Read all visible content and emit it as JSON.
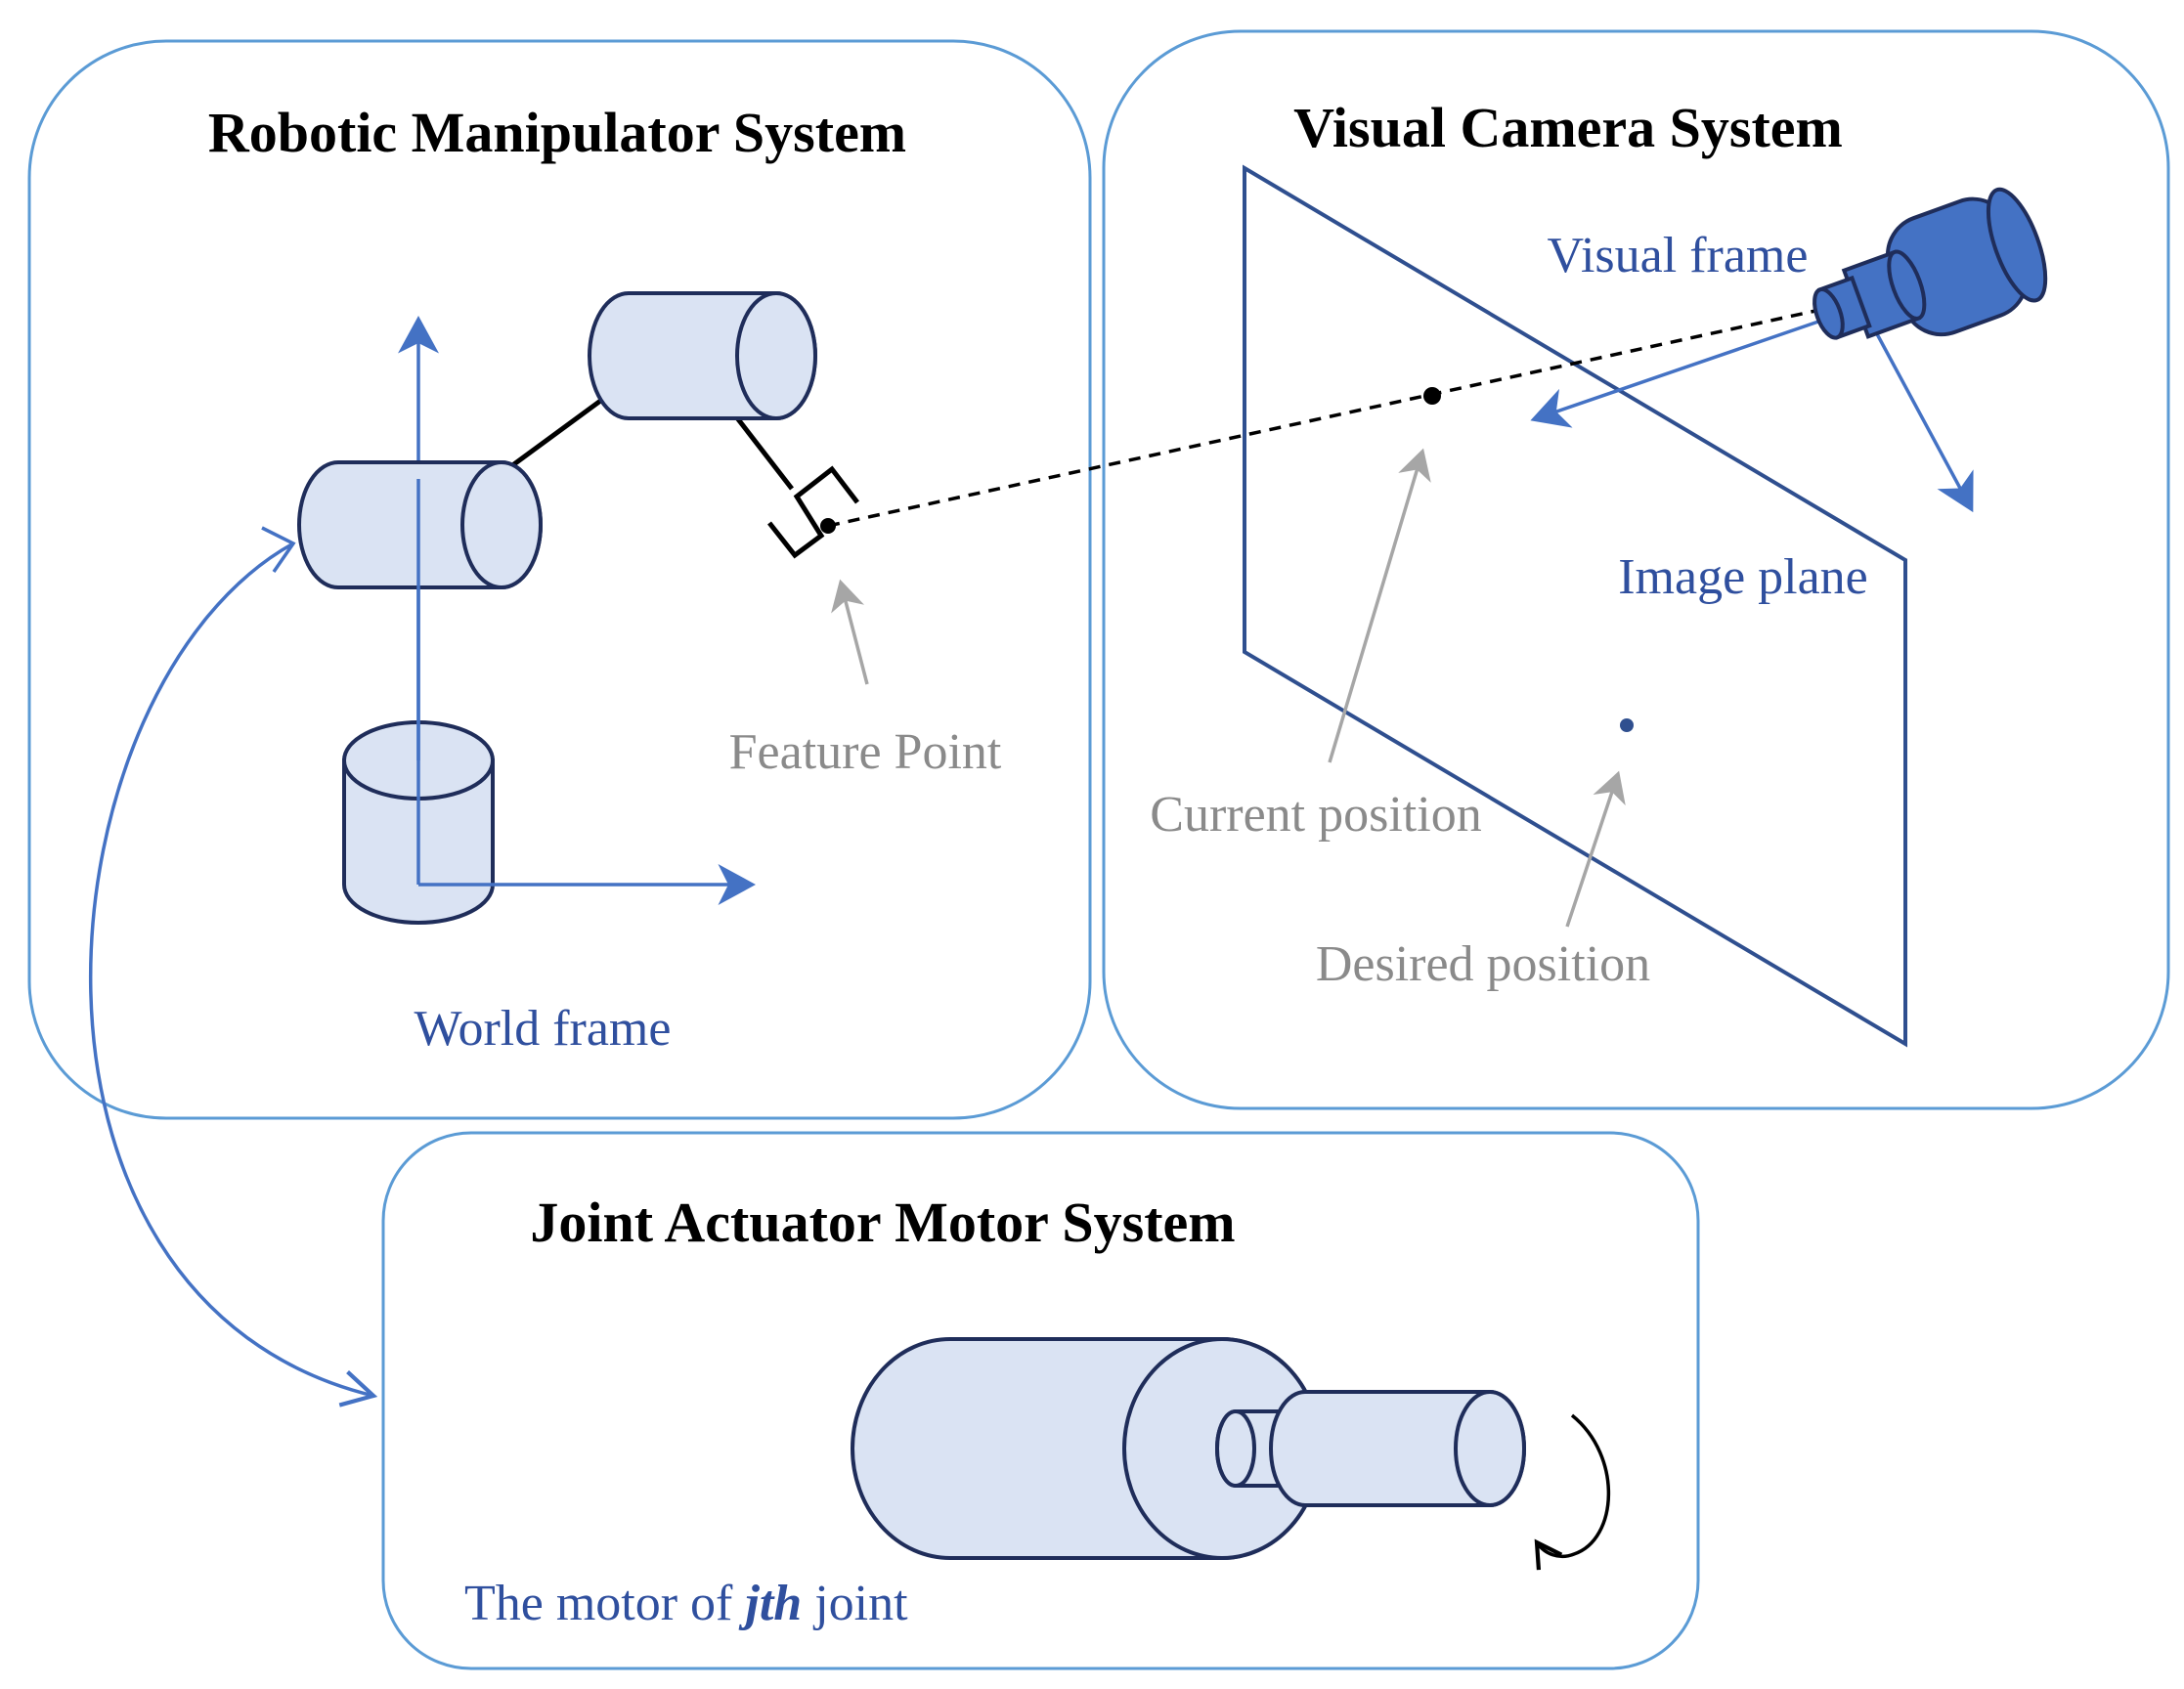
{
  "panels": {
    "manipulator": {
      "title": "Robotic Manipulator System"
    },
    "camera": {
      "title": "Visual Camera System"
    },
    "motor": {
      "title": "Joint Actuator Motor System"
    }
  },
  "labels": {
    "world_frame": "World frame",
    "feature_point": "Feature Point",
    "visual_frame": "Visual frame",
    "image_plane": "Image plane",
    "current_position": "Current position",
    "desired_position": "Desired position",
    "motor_caption_prefix": "The motor of ",
    "motor_caption_italic": "jth",
    "motor_caption_suffix": " joint"
  },
  "colors": {
    "panel_border": "#5b9bd5",
    "axis_blue": "#4472c4",
    "label_blue": "#2f4f9e",
    "label_grey": "#8a8a8a",
    "body_fill": "#dae3f3",
    "outline": "#1f2d5a",
    "camera_fill": "#4472c4"
  }
}
